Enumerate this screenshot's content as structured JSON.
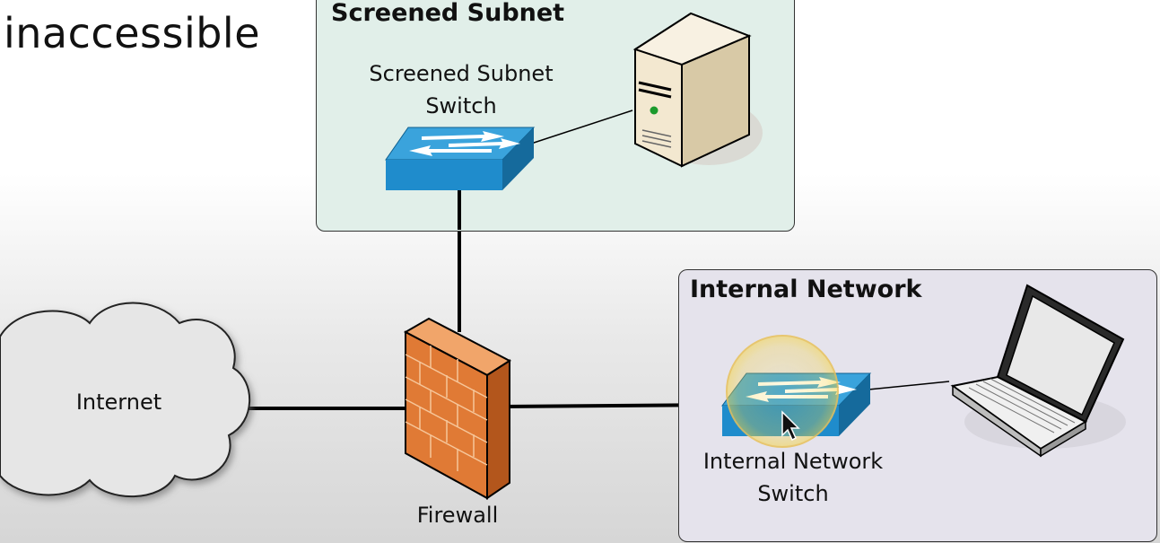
{
  "heading": "inaccessible",
  "zones": {
    "screened_subnet": {
      "title": "Screened Subnet",
      "switch_label_line1": "Screened Subnet",
      "switch_label_line2": "Switch"
    },
    "internal_network": {
      "title": "Internal Network",
      "switch_label_line1": "Internal Network",
      "switch_label_line2": "Switch"
    }
  },
  "nodes": {
    "internet": "Internet",
    "firewall": "Firewall"
  },
  "colors": {
    "screened_zone_fill": "#e1efe9",
    "internal_zone_fill": "#e5e3ec",
    "switch_blue": "#1f8ccc",
    "firewall_orange": "#e07a35",
    "highlight_yellow": "#f5d23a"
  }
}
